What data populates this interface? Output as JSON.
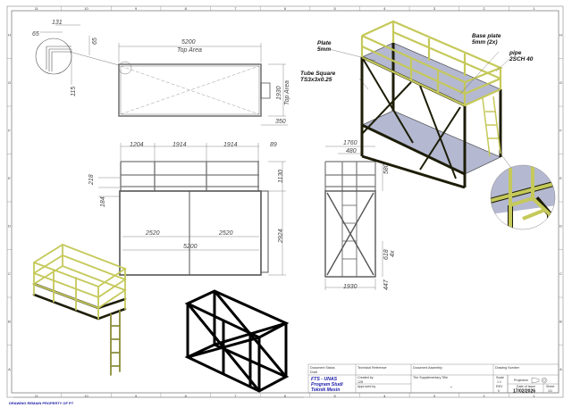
{
  "sheet": {
    "columns": [
      "11",
      "10",
      "9",
      "8",
      "7",
      "6",
      "5",
      "4",
      "3",
      "2",
      "1"
    ],
    "rows": [
      "H",
      "G",
      "F",
      "E",
      "D",
      "C",
      "B",
      "A"
    ],
    "footer_note": "DRAWING REMAIN PROPERTY OF PT"
  },
  "detail_top": {
    "dims": [
      "131",
      "65",
      "65",
      "115"
    ]
  },
  "top_view": {
    "length": "5200",
    "length_label": "Top Area",
    "width": "1930",
    "width_label": "Top Area",
    "offset": "350"
  },
  "front_view": {
    "top_dims": [
      "1204",
      "1914",
      "1914",
      "89"
    ],
    "left_dims": [
      "218",
      "184"
    ],
    "right_dims": [
      "1130",
      "2924"
    ],
    "inner_dims": [
      "2520",
      "2520",
      "5200"
    ]
  },
  "side_view": {
    "top_dims": [
      "1760",
      "480"
    ],
    "right_dims": [
      "580",
      "618",
      "4x",
      "447"
    ],
    "bottom_dim": "1930"
  },
  "callouts": {
    "plate": [
      "Plate",
      "5mm"
    ],
    "tube": [
      "Tube Square",
      "TS3x3x0.25"
    ],
    "base_plate": [
      "Base plate",
      "5mm (2x)"
    ],
    "pipe": [
      "pipe",
      "2SCH 40"
    ]
  },
  "colors": {
    "steel": "#c5c95a",
    "steel_dark": "#3a3a10",
    "plate": "#b4b8d0",
    "org": "#1a1aa8"
  },
  "title_block": {
    "doc_status_label": "Document Status",
    "doc_status": "Draft",
    "tech_ref_label": "Technical Reference",
    "doc_assembly_label": "Document Assembly",
    "drawing_number_label": "Drawing Number",
    "org": [
      "FTS - UNAS",
      "Program Studi",
      "Teknik Mesin"
    ],
    "created_by_label": "Created by",
    "created_by": "128",
    "approved_by_label": "Approved by",
    "supp_title_label": "The Supplementary Title",
    "supp_title": "-",
    "scale_label": "Scale",
    "scale": "1:1",
    "projection_label": "Projection",
    "rev_label": "REV",
    "rev": "0",
    "date_label": "Date of Issue",
    "date": "17/02/2026",
    "sheet_label": "Sheet",
    "sheet": "1/1"
  }
}
